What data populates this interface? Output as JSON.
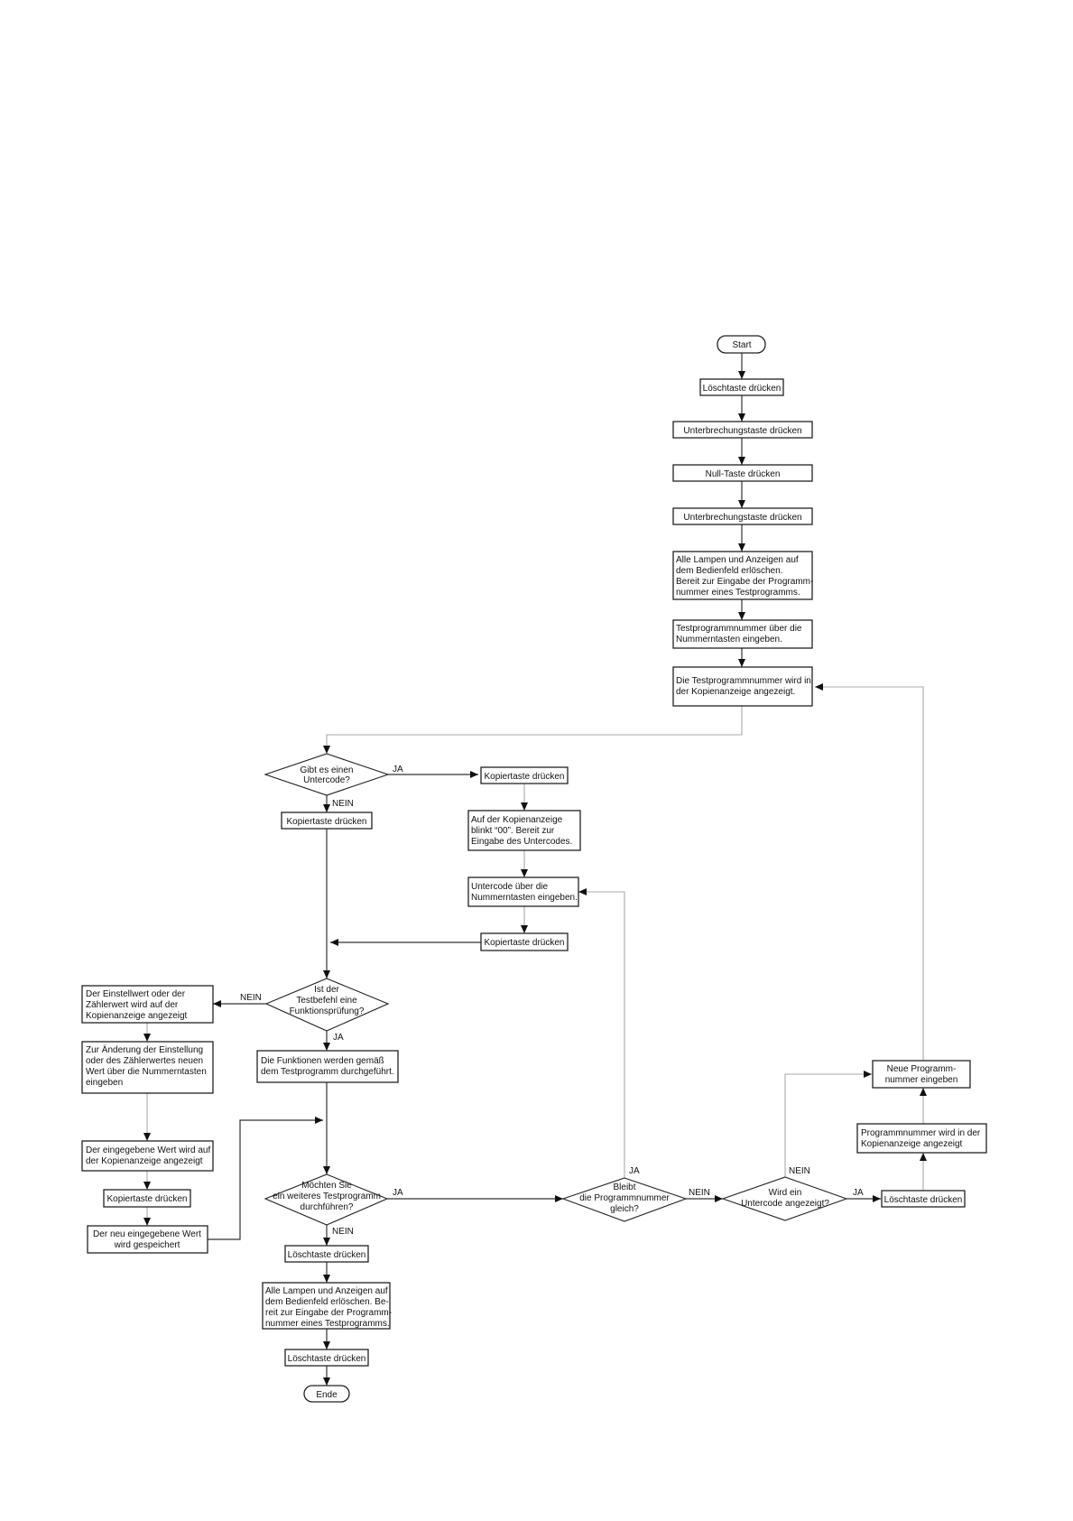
{
  "flow": {
    "start": "Start",
    "s1": "Löschtaste drücken",
    "s2": "Unterbrechungstaste drücken",
    "s3": "Null-Taste drücken",
    "s4": "Unterbrechungstaste drücken",
    "s5": [
      "Alle Lampen und Anzeigen auf",
      "dem Bedienfeld erlöschen.",
      "Bereit zur Eingabe der Programm-",
      "nummer eines Testprogramms."
    ],
    "s6": [
      "Testprogrammnummer über die",
      "Nummerntasten eingeben."
    ],
    "s7": [
      "Die Testprogrammnummer wird in",
      "der Kopienanzeige angezeigt."
    ],
    "d1": [
      "Gibt es einen",
      "Untercode?"
    ],
    "d1_yes": "JA",
    "d1_no": "NEIN",
    "k1": "Kopiertaste drücken",
    "kr1": "Kopiertaste drücken",
    "r2": [
      "Auf der Kopienanzeige",
      "blinkt “00”. Bereit zur",
      "Eingabe des Untercodes."
    ],
    "r3": [
      "Untercode über die",
      "Nummerntasten eingeben."
    ],
    "r4": "Kopiertaste drücken",
    "d2": [
      "Ist der",
      "Testbefehl eine",
      "Funktionsprüfung?"
    ],
    "d2_no": "NEIN",
    "d2_yes": "JA",
    "l1": [
      "Der Einstellwert oder der",
      "Zählerwert wird auf der",
      "Kopienanzeige angezeigt"
    ],
    "l2": [
      "Zur Änderung der Einstellung",
      "oder des Zählerwertes neuen",
      "Wert über die Nummerntasten",
      "eingeben"
    ],
    "l3": [
      "Der eingegebene Wert wird auf",
      "der Kopienanzeige angezeigt"
    ],
    "l4": "Kopiertaste drücken",
    "l5": [
      "Der neu eingegebene Wert",
      "wird gespeichert"
    ],
    "c1": [
      "Die Funktionen werden gemäß",
      "dem Testprogramm durchgeführt."
    ],
    "d3": [
      "Möchten Sie",
      "ein weiteres Testprogramm",
      "durchführen?"
    ],
    "d3_yes": "JA",
    "d3_no": "NEIN",
    "c2": "Löschtaste drücken",
    "c3": [
      "Alle Lampen und Anzeigen auf",
      "dem Bedienfeld erlöschen. Be-",
      "reit zur Eingabe der Programm-",
      "nummer eines Testprogramms."
    ],
    "c4": "Löschtaste drücken",
    "end": "Ende",
    "d4": [
      "Bleibt",
      "die Programmnummer",
      "gleich?"
    ],
    "d4_yes": "JA",
    "d4_no": "NEIN",
    "d5": [
      "Wird ein",
      "Untercode angezeigt?"
    ],
    "d5_yes": "JA",
    "d5_no": "NEIN",
    "q1": "Löschtaste drücken",
    "q2": [
      "Programmnummer wird in der",
      "Kopienanzeige angezeigt"
    ],
    "q3": [
      "Neue Programm-",
      "nummer eingeben"
    ]
  }
}
